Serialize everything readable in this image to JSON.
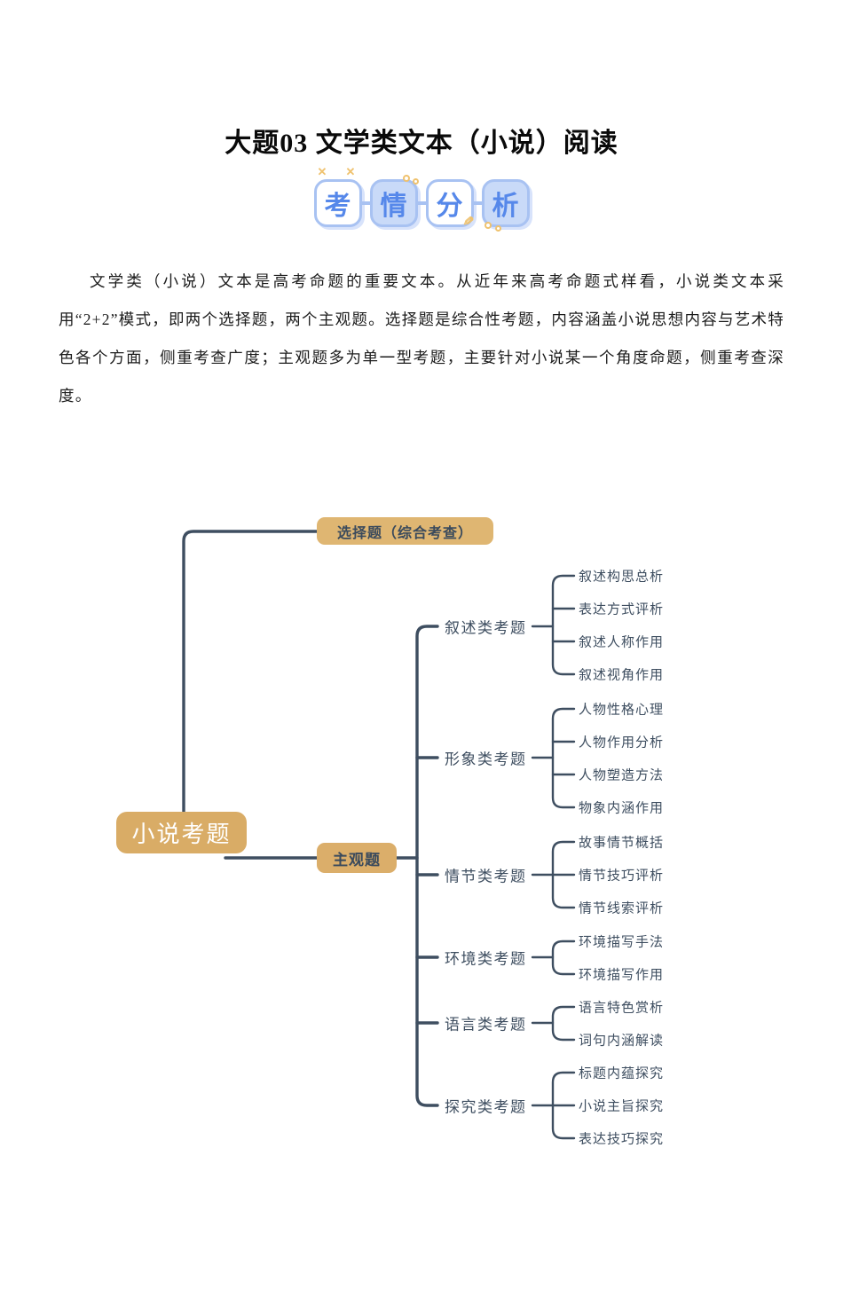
{
  "doc": {
    "title": "大题03 文学类文本（小说）阅读",
    "badge": {
      "chars": [
        "考",
        "情",
        "分",
        "析"
      ]
    },
    "paragraph": "文学类（小说）文本是高考命题的重要文本。从近年来高考命题式样看，小说类文本采用“2+2”模式，即两个选择题，两个主观题。选择题是综合性考题，内容涵盖小说思想内容与艺术特色各个方面，侧重考查广度；主观题多为单一型考题，主要针对小说某一个角度命题，侧重考查深度。"
  },
  "mindmap": {
    "root": "小说考题",
    "choice_branch": "选择题（综合考查）",
    "subjective_branch": "主观题",
    "groups": [
      {
        "label": "叙述类考题",
        "leaves": [
          "叙述构思总析",
          "表达方式评析",
          "叙述人称作用",
          "叙述视角作用"
        ]
      },
      {
        "label": "形象类考题",
        "leaves": [
          "人物性格心理",
          "人物作用分析",
          "人物塑造方法",
          "物象内涵作用"
        ]
      },
      {
        "label": "情节类考题",
        "leaves": [
          "故事情节概括",
          "情节技巧评析",
          "情节线索评析"
        ]
      },
      {
        "label": "环境类考题",
        "leaves": [
          "环境描写手法",
          "环境描写作用"
        ]
      },
      {
        "label": "语言类考题",
        "leaves": [
          "语言特色赏析",
          "词句内涵解读"
        ]
      },
      {
        "label": "探究类考题",
        "leaves": [
          "标题内蕴探究",
          "小说主旨探究",
          "表达技巧探究"
        ]
      }
    ],
    "colors": {
      "node_fill": "#DBAE6A",
      "line": "#3E4E60",
      "root_text": "#FFFFFF",
      "node_text": "#3A4A5C",
      "badge_blue": "#5688EA",
      "badge_fill": "#C9DAF8",
      "badge_border": "#A8C2F2",
      "badge_decor": "#EFC26F"
    }
  }
}
